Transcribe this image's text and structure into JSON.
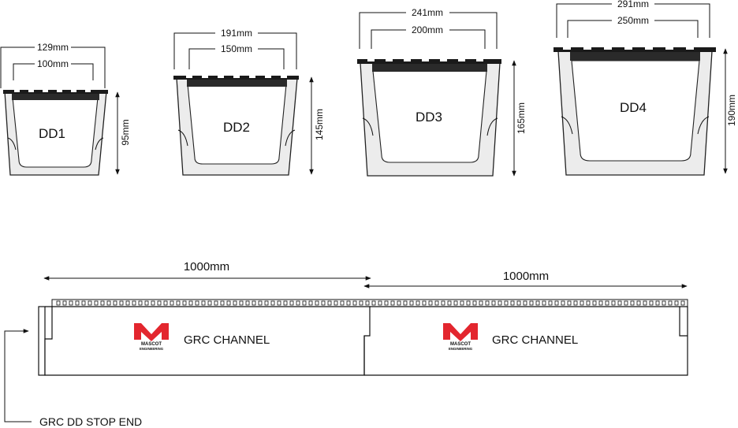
{
  "sections": [
    {
      "label": "DD1",
      "outer_width": "129mm",
      "inner_width": "100mm",
      "depth": "95mm"
    },
    {
      "label": "DD2",
      "outer_width": "191mm",
      "inner_width": "150mm",
      "depth": "145mm"
    },
    {
      "label": "DD3",
      "outer_width": "241mm",
      "inner_width": "200mm",
      "depth": "165mm"
    },
    {
      "label": "DD4",
      "outer_width": "291mm",
      "inner_width": "250mm",
      "depth": "190mm"
    }
  ],
  "elevation": {
    "segments": [
      {
        "length": "1000mm",
        "channel_label": "GRC CHANNEL"
      },
      {
        "length": "1000mm",
        "channel_label": "GRC CHANNEL"
      }
    ],
    "logo": {
      "top_text": "MASCOT",
      "bottom_text": "ENGINEERING",
      "color": "#e3262e"
    },
    "stop_end_label": "GRC DD STOP END"
  }
}
